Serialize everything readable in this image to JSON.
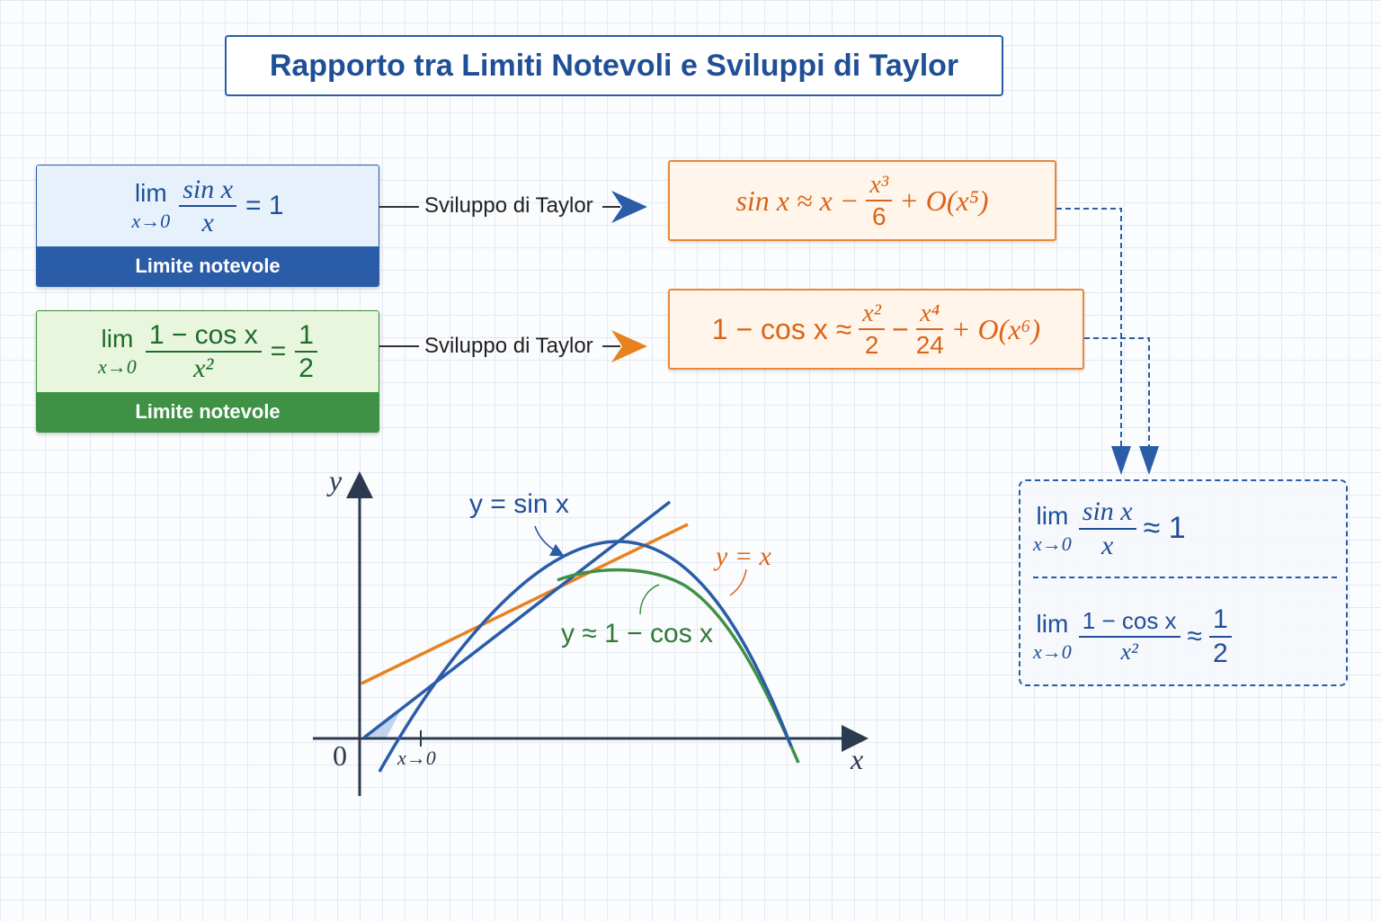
{
  "title": "Rapporto tra Limiti Notevoli e Sviluppi di Taylor",
  "cards": [
    {
      "lim": "lim",
      "sub": "x→0",
      "num": "sin x",
      "den": "x",
      "rhs": "= 1",
      "label": "Limite notevole"
    },
    {
      "lim": "lim",
      "sub": "x→0",
      "num": "1 − cos x",
      "den": "x²",
      "eq": "=",
      "rhs_num": "1",
      "rhs_den": "2",
      "label": "Limite notevole"
    }
  ],
  "connectors": [
    "Sviluppo di Taylor",
    "Sviluppo di Taylor"
  ],
  "taylor": [
    {
      "lhs": "sin x ≈ x −",
      "f_num": "x³",
      "f_den": "6",
      "tail": "+ O(x⁵)"
    },
    {
      "lhs": "1 − cos x ≈",
      "f1_num": "x²",
      "f1_den": "2",
      "minus": "−",
      "f2_num": "x⁴",
      "f2_den": "24",
      "tail": "+ O(x⁶)"
    }
  ],
  "result": [
    {
      "lim": "lim",
      "sub": "x→0",
      "num": "sin x",
      "den": "x",
      "rhs": "≈ 1"
    },
    {
      "lim": "lim",
      "sub": "x→0",
      "num": "1 − cos x",
      "den": "x²",
      "approx": "≈",
      "rhs_num": "1",
      "rhs_den": "2"
    }
  ],
  "graph": {
    "y_axis": "y",
    "x_axis": "x",
    "origin": "0",
    "tick": "x→0",
    "sin_label": "y = sin x",
    "line_label": "y = x",
    "cos_label": "y ≈ 1 − cos x"
  },
  "colors": {
    "blue": "#2a5ca8",
    "orange": "#e8821e",
    "green": "#3f9146"
  }
}
